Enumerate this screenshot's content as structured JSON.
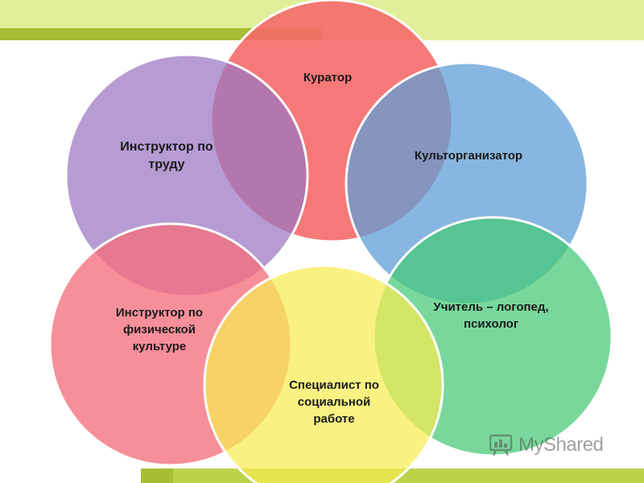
{
  "circles": [
    {
      "id": "curator",
      "label": "Куратор",
      "color": "#f56a6a"
    },
    {
      "id": "labor",
      "label": "Инструктор по труду",
      "color": "#a78ac8"
    },
    {
      "id": "culture",
      "label": "Культорганизатор",
      "color": "#6fa8d8"
    },
    {
      "id": "pe",
      "label": "Инструктор по физической культуре",
      "color": "#f2808a"
    },
    {
      "id": "speech",
      "label": "Учитель – логопед, психолог",
      "color": "#58cf84"
    },
    {
      "id": "social",
      "label": "Специалист по социальной работе",
      "color": "#f4ec6e"
    }
  ],
  "labels": {
    "curator": "Куратор",
    "labor_1": "Инструктор по",
    "labor_2": "труду",
    "culture": "Культорганизатор",
    "pe_1": "Инструктор по",
    "pe_2": "физической",
    "pe_3": "культуре",
    "speech_1": "Учитель – логопед,",
    "speech_2": "психолог",
    "social_1": "Специалист по",
    "social_2": "социальной",
    "social_3": "работе"
  },
  "watermark": {
    "text": "MyShared",
    "icon": "myshared-logo-icon"
  }
}
